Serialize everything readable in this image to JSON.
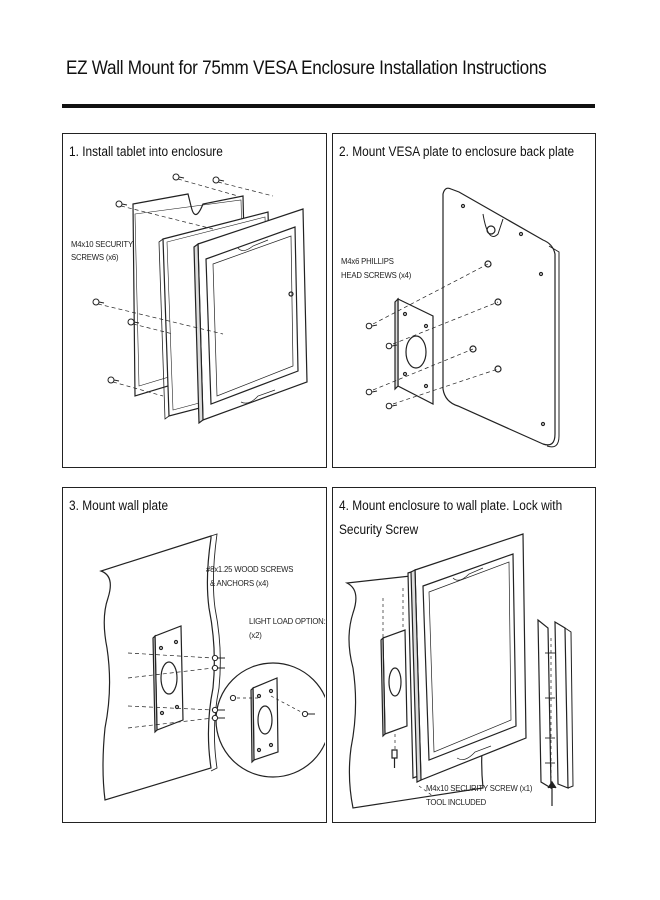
{
  "document": {
    "title": "EZ Wall Mount for 75mm VESA Enclosure Installation Instructions"
  },
  "steps": [
    {
      "title": "1. Install tablet into enclosure",
      "labels": [
        "M4x10 SECURITY",
        "SCREWS (x6)"
      ]
    },
    {
      "title": "2. Mount VESA plate to enclosure back plate",
      "labels": [
        "M4x6 PHILLIPS",
        "HEAD SCREWS (x4)"
      ]
    },
    {
      "title": "3. Mount wall plate",
      "labels": [
        "#8x1.25 WOOD SCREWS",
        "& ANCHORS (x4)",
        "LIGHT LOAD OPTION:",
        "(x2)"
      ]
    },
    {
      "title": "4. Mount enclosure to wall plate.  Lock with Security Screw",
      "labels": [
        "M4x10 SECURITY SCREW (x1)",
        "TOOL INCLUDED"
      ]
    }
  ]
}
